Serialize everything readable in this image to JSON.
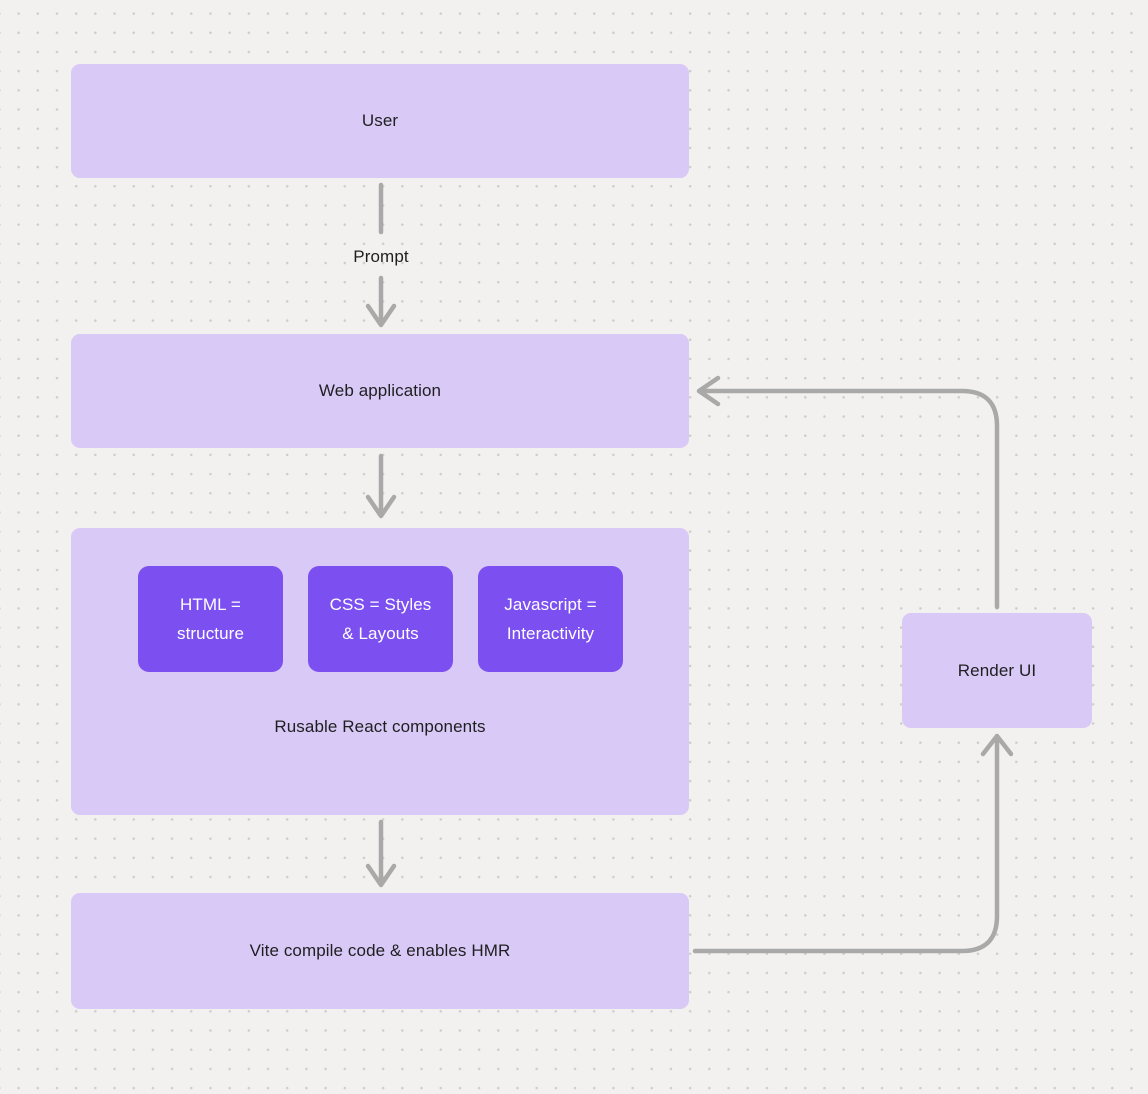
{
  "canvas": {
    "background_color": "#f2f1ef",
    "dot_grid_color": "#cfccc9",
    "node_fill_light": "#d8c9f7",
    "node_fill_dark": "#7c4ff0",
    "edge_color": "#a9a9a9",
    "text_color": "#1f1f1f"
  },
  "nodes": {
    "user": {
      "label": "User"
    },
    "web_application": {
      "label": "Web application"
    },
    "components_group": {
      "caption": "Rusable React components",
      "children": [
        {
          "label": "HTML =\nstructure"
        },
        {
          "label": "CSS = Styles\n& Layouts"
        },
        {
          "label": "Javascript =\nInteractivity"
        }
      ]
    },
    "vite": {
      "label": "Vite compile code & enables HMR"
    },
    "render_ui": {
      "label": "Render UI"
    }
  },
  "edges": {
    "user_to_web_application": {
      "from": "User",
      "to": "Web application",
      "label": "Prompt"
    },
    "web_application_to_components": {
      "from": "Web application",
      "to": "Rusable React components",
      "label": ""
    },
    "components_to_vite": {
      "from": "Rusable React components",
      "to": "Vite compile code & enables HMR",
      "label": ""
    },
    "vite_to_render_ui": {
      "from": "Vite compile code & enables HMR",
      "to": "Render UI",
      "label": ""
    },
    "render_ui_to_web_application": {
      "from": "Render UI",
      "to": "Web application",
      "label": ""
    }
  }
}
